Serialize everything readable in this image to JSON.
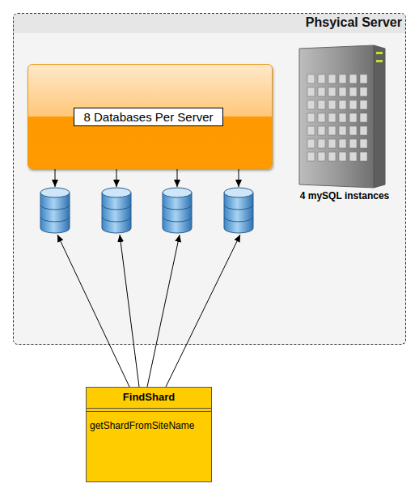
{
  "diagram": {
    "nodes": [
      {
        "text": [
          "Phsyical Server"
        ]
      },
      {
        "text": [
          "8 Databases Per Server"
        ],
        "in": 0
      },
      {
        "text": [
          "FindShard",
          "getShardFromSiteName"
        ]
      }
    ],
    "labels": [
      "4 mySQL instances"
    ]
  }
}
